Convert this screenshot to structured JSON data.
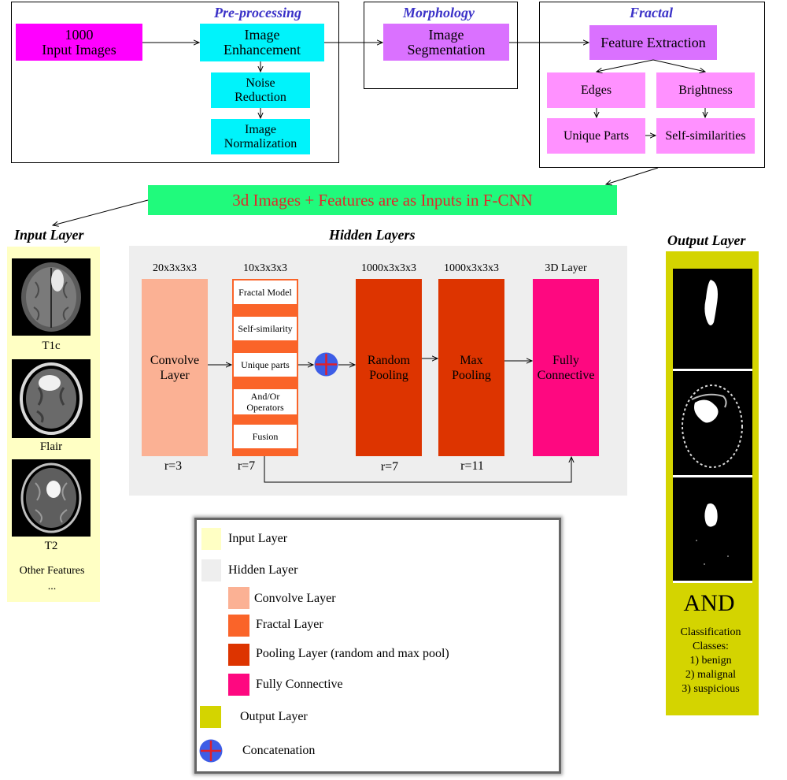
{
  "pipeline": {
    "input_box": {
      "line1": "1000",
      "line2": "Input Images"
    },
    "preprocessing": {
      "title": "Pre-processing",
      "enhancement": {
        "line1": "Image",
        "line2": "Enhancement"
      },
      "noise": {
        "line1": "Noise",
        "line2": "Reduction"
      },
      "normalization": {
        "line1": "Image",
        "line2": "Normalization"
      }
    },
    "morphology": {
      "title": "Morphology",
      "segmentation": {
        "line1": "Image",
        "line2": "Segmentation"
      }
    },
    "fractal": {
      "title": "Fractal",
      "feature_extraction": "Feature Extraction",
      "edges": "Edges",
      "brightness": "Brightness",
      "unique_parts": "Unique Parts",
      "self_similarities": "Self-similarities"
    },
    "banner": "3d Images + Features are as Inputs in F-CNN"
  },
  "input_layer": {
    "title": "Input Layer",
    "items": [
      "T1c",
      "Flair",
      "T2"
    ],
    "other_line1": "Other Features",
    "other_line2": "..."
  },
  "hidden": {
    "title": "Hidden Layers",
    "convolve": {
      "dims": "20x3x3x3",
      "line1": "Convolve",
      "line2": "Layer",
      "r": "r=3"
    },
    "fractal": {
      "dims": "10x3x3x3",
      "items": [
        "Fractal Model",
        "Self-similarity",
        "Unique parts",
        "And/Or",
        "Operators",
        "Fusion"
      ],
      "r": "r=7"
    },
    "random_pool": {
      "dims": "1000x3x3x3",
      "line1": "Random",
      "line2": "Pooling",
      "r": "r=7"
    },
    "max_pool": {
      "dims": "1000x3x3x3",
      "line1": "Max",
      "line2": "Pooling",
      "r": "r=11"
    },
    "fully": {
      "dims": "3D Layer",
      "line1": "Fully",
      "line2": "Connective"
    }
  },
  "output_layer": {
    "title": "Output Layer",
    "and_label": "AND",
    "classification": [
      "Classification",
      "Classes:",
      "1) benign",
      "2) malignal",
      "3) suspicious"
    ]
  },
  "legend": {
    "items": [
      {
        "label": "Input Layer",
        "color": "#ffffc4"
      },
      {
        "label": "Hidden Layer",
        "color": "#eeeeee"
      },
      {
        "label": "Convolve Layer",
        "color": "#fbb194"
      },
      {
        "label": "Fractal Layer",
        "color": "#fa6429"
      },
      {
        "label": "Pooling Layer (random and max pool)",
        "color": "#dd3400"
      },
      {
        "label": "Fully Connective",
        "color": "#fe0880"
      },
      {
        "label": "Output Layer",
        "color": "#d4d400"
      },
      {
        "label": "Concatenation",
        "color": "#3d5de6"
      }
    ]
  },
  "colors": {
    "magenta": "#ff00ff",
    "cyan": "#00f3fb",
    "purple": "#da71ff",
    "pink": "#ff91ff",
    "banner_green": "#20fa7c",
    "banner_text": "#e1272a",
    "title_blue": "#3b32c8"
  }
}
